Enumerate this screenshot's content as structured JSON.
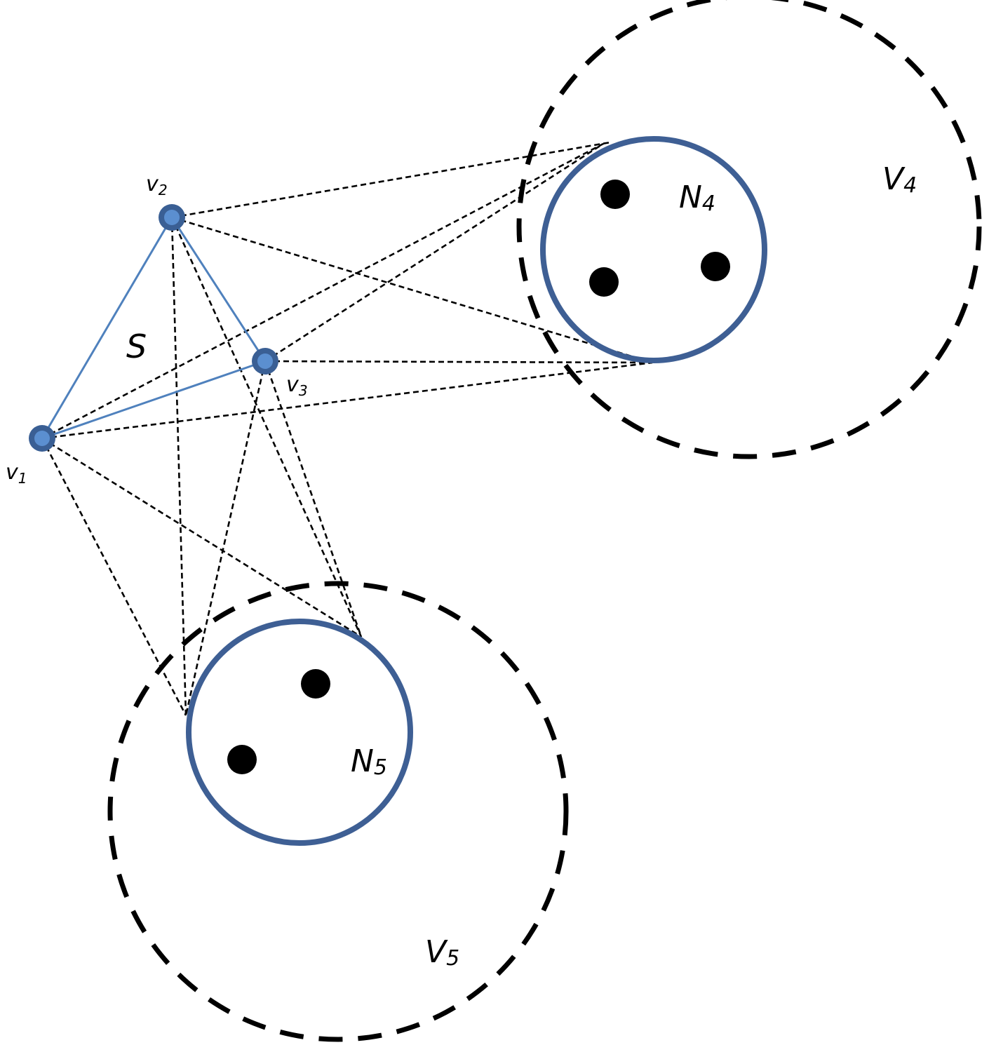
{
  "colors": {
    "background": "#ffffff",
    "node_blue": "#4f81bd",
    "node_outline": "#3a5f94",
    "neighborhood_circle": "#3e5f94",
    "triangle_edge": "#4f81bd",
    "dashed": "#000000",
    "dot": "#000000"
  },
  "labels": {
    "v1": {
      "base": "v",
      "sub": "1"
    },
    "v2": {
      "base": "v",
      "sub": "2"
    },
    "v3": {
      "base": "v",
      "sub": "3"
    },
    "S": "S",
    "N4": {
      "base": "N",
      "sub": "4"
    },
    "N5": {
      "base": "N",
      "sub": "5"
    },
    "V4": {
      "base": "V",
      "sub": "4"
    },
    "V5": {
      "base": "V",
      "sub": "5"
    }
  }
}
